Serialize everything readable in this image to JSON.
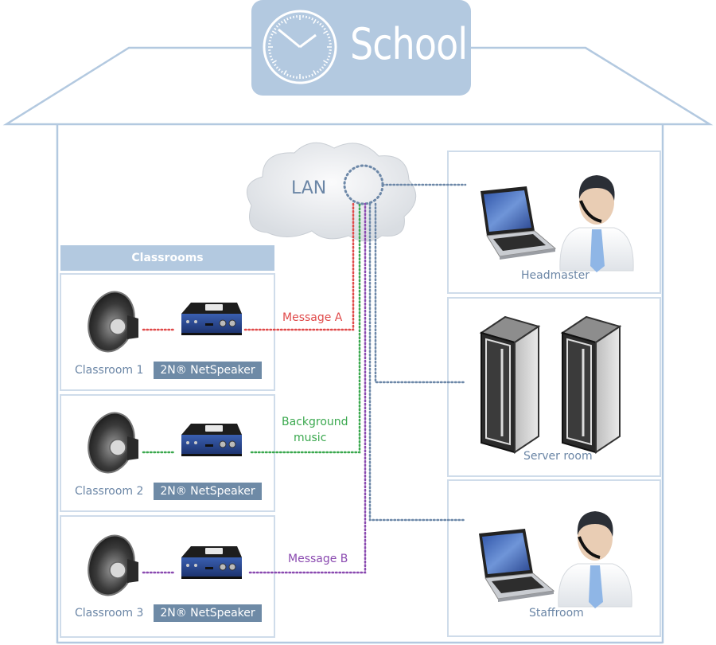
{
  "title": "School",
  "network": {
    "label": "LAN"
  },
  "classrooms": {
    "header": "Classrooms",
    "rooms": [
      {
        "name": "Classroom 1",
        "device": "2N® NetSpeaker",
        "message": "Message A",
        "line_color": "#e04a4a"
      },
      {
        "name": "Classroom 2",
        "device": "2N® NetSpeaker",
        "message": "Background music",
        "message_lines": [
          "Background",
          "music"
        ],
        "line_color": "#3aa84e"
      },
      {
        "name": "Classroom 3",
        "device": "2N® NetSpeaker",
        "message": "Message B",
        "line_color": "#8a4ab0"
      }
    ]
  },
  "rooms_right": [
    {
      "name": "Headmaster",
      "icon": "laptop-operator-icon"
    },
    {
      "name": "Server room",
      "icon": "server-rack-icon"
    },
    {
      "name": "Staffroom",
      "icon": "laptop-operator-icon"
    }
  ],
  "colors": {
    "house_outline": "#b3c9e0",
    "label_text": "#6b86a6",
    "badge_bg": "#6e8aa6",
    "network_line": "#6d88a8",
    "message_a": "#e04a4a",
    "background_music": "#3aa84e",
    "message_b": "#8a4ab0"
  }
}
